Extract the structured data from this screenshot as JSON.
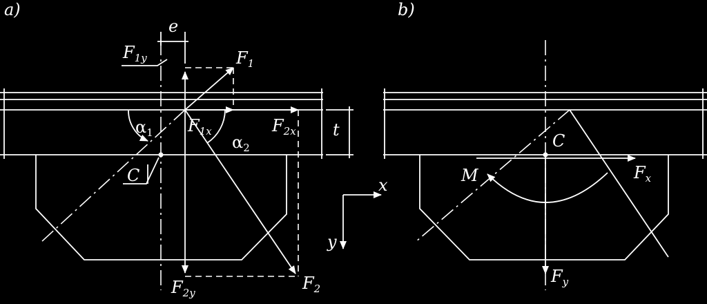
{
  "labels": {
    "panel_a": "a)",
    "panel_b": "b)",
    "e": "e",
    "F1y": {
      "main": "F",
      "sub": "1y"
    },
    "F1": {
      "main": "F",
      "sub": "1"
    },
    "alpha1": {
      "main": "α",
      "sub": "1"
    },
    "F1x": {
      "main": "F",
      "sub": "1x"
    },
    "alpha2": {
      "main": "α",
      "sub": "2"
    },
    "F2x": {
      "main": "F",
      "sub": "2x"
    },
    "t": "t",
    "C_a": "C",
    "x_axis": "x",
    "y_axis": "y",
    "F2y": {
      "main": "F",
      "sub": "2y"
    },
    "F2": {
      "main": "F",
      "sub": "2"
    },
    "C_b": "C",
    "M": "M",
    "Fx": {
      "main": "F",
      "sub": "x"
    },
    "Fy": {
      "main": "F",
      "sub": "y"
    }
  },
  "colors": {
    "background": "#000000",
    "line": "#ffffff"
  }
}
